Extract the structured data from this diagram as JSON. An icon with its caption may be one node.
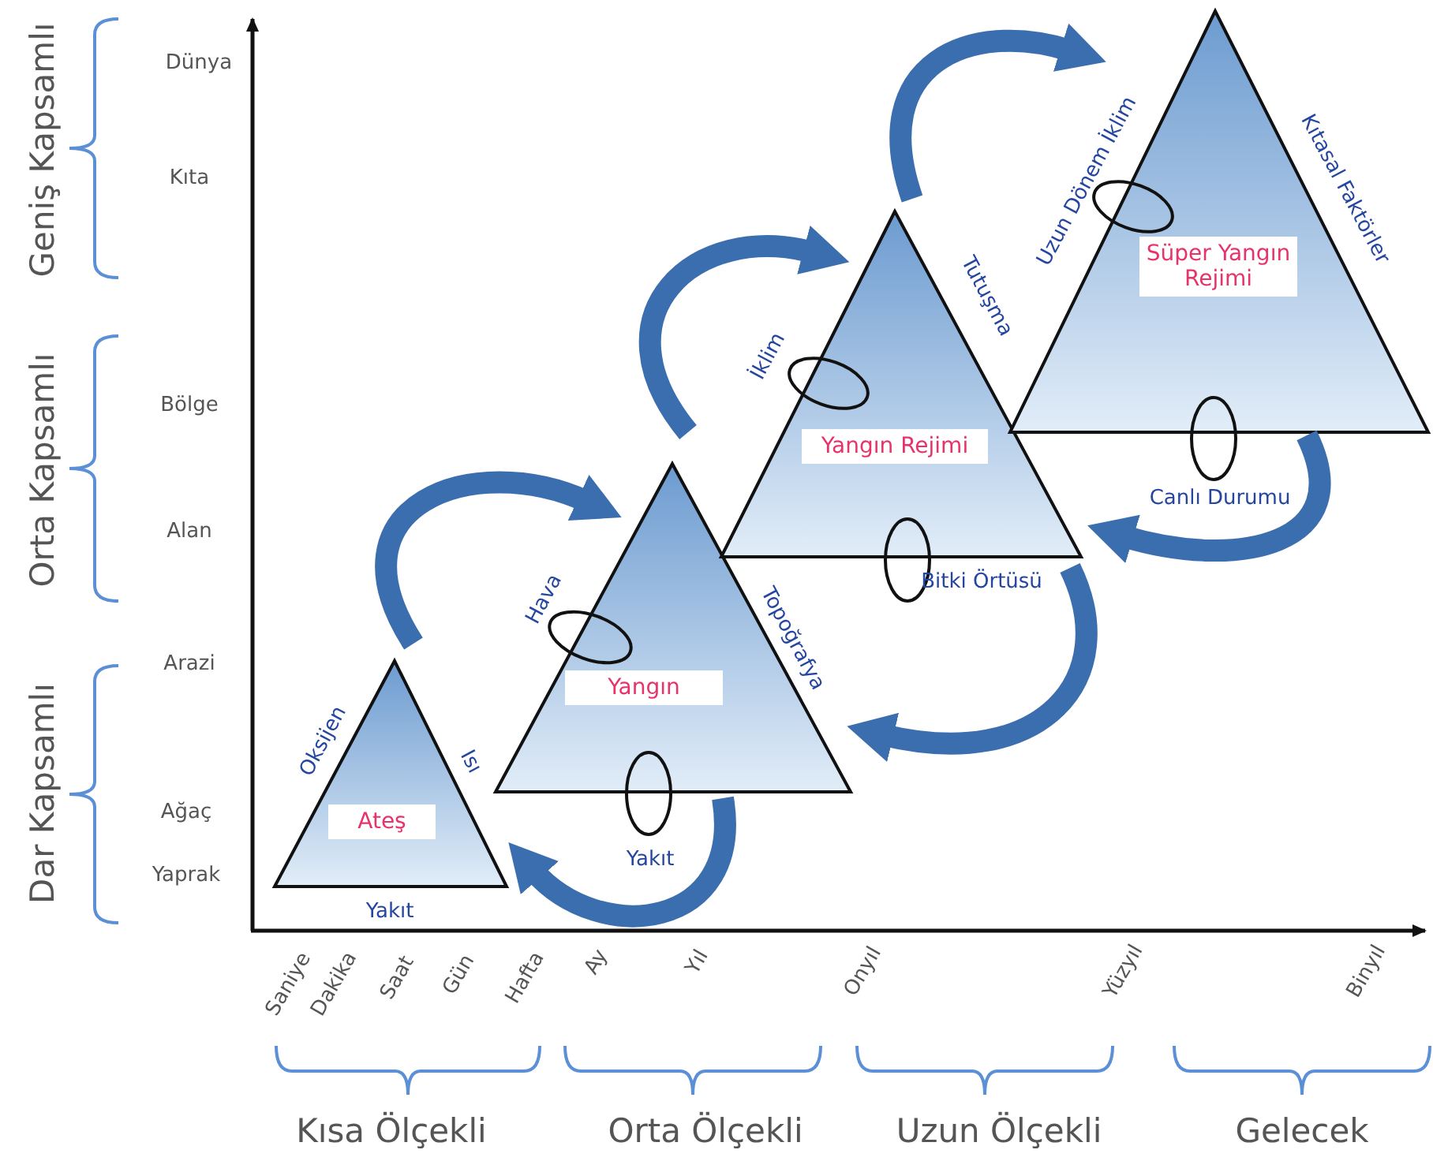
{
  "diagram": {
    "nodes": [
      {
        "text": [
          "Ateş"
        ],
        "beside": [
          "Oksijen",
          "Isı",
          "Yakıt"
        ]
      },
      {
        "text": [
          "Yangın"
        ],
        "beside": [
          "Hava",
          "Topoğrafya",
          "Yakıt"
        ]
      },
      {
        "text": [
          "Yangın Rejimi"
        ],
        "beside": [
          "İklim",
          "Tutuşma",
          "Bitki Örtüsü"
        ]
      },
      {
        "text": [
          "Süper Yangın Rejimi"
        ],
        "beside": [
          "Uzun Dönem İklim",
          "Kıtasal Faktörler",
          "Canlı Durumu"
        ]
      }
    ],
    "edges": [
      {
        "from": 0,
        "to": 1,
        "arrow": "to"
      },
      {
        "from": 1,
        "to": 0,
        "arrow": "to"
      },
      {
        "from": 1,
        "to": 2,
        "arrow": "to"
      },
      {
        "from": 2,
        "to": 1,
        "arrow": "to"
      },
      {
        "from": 2,
        "to": 3,
        "arrow": "to"
      },
      {
        "from": 3,
        "to": 2,
        "arrow": "to"
      }
    ],
    "labels": [
      "Geniş Kapsamlı",
      "Dünya",
      "Kıta",
      "Orta Kapsamlı",
      "Bölge",
      "Alan",
      "Dar Kapsamlı",
      "Arazi",
      "Ağaç",
      "Yaprak",
      "Saniye",
      "Dakika",
      "Saat",
      "Gün",
      "Hafta",
      "Ay",
      "Yıl",
      "Onyıl",
      "Yüzyıl",
      "Binyıl",
      "Kısa Ölçekli",
      "Orta Ölçekli",
      "Uzun Ölçekli",
      "Gelecek"
    ]
  }
}
